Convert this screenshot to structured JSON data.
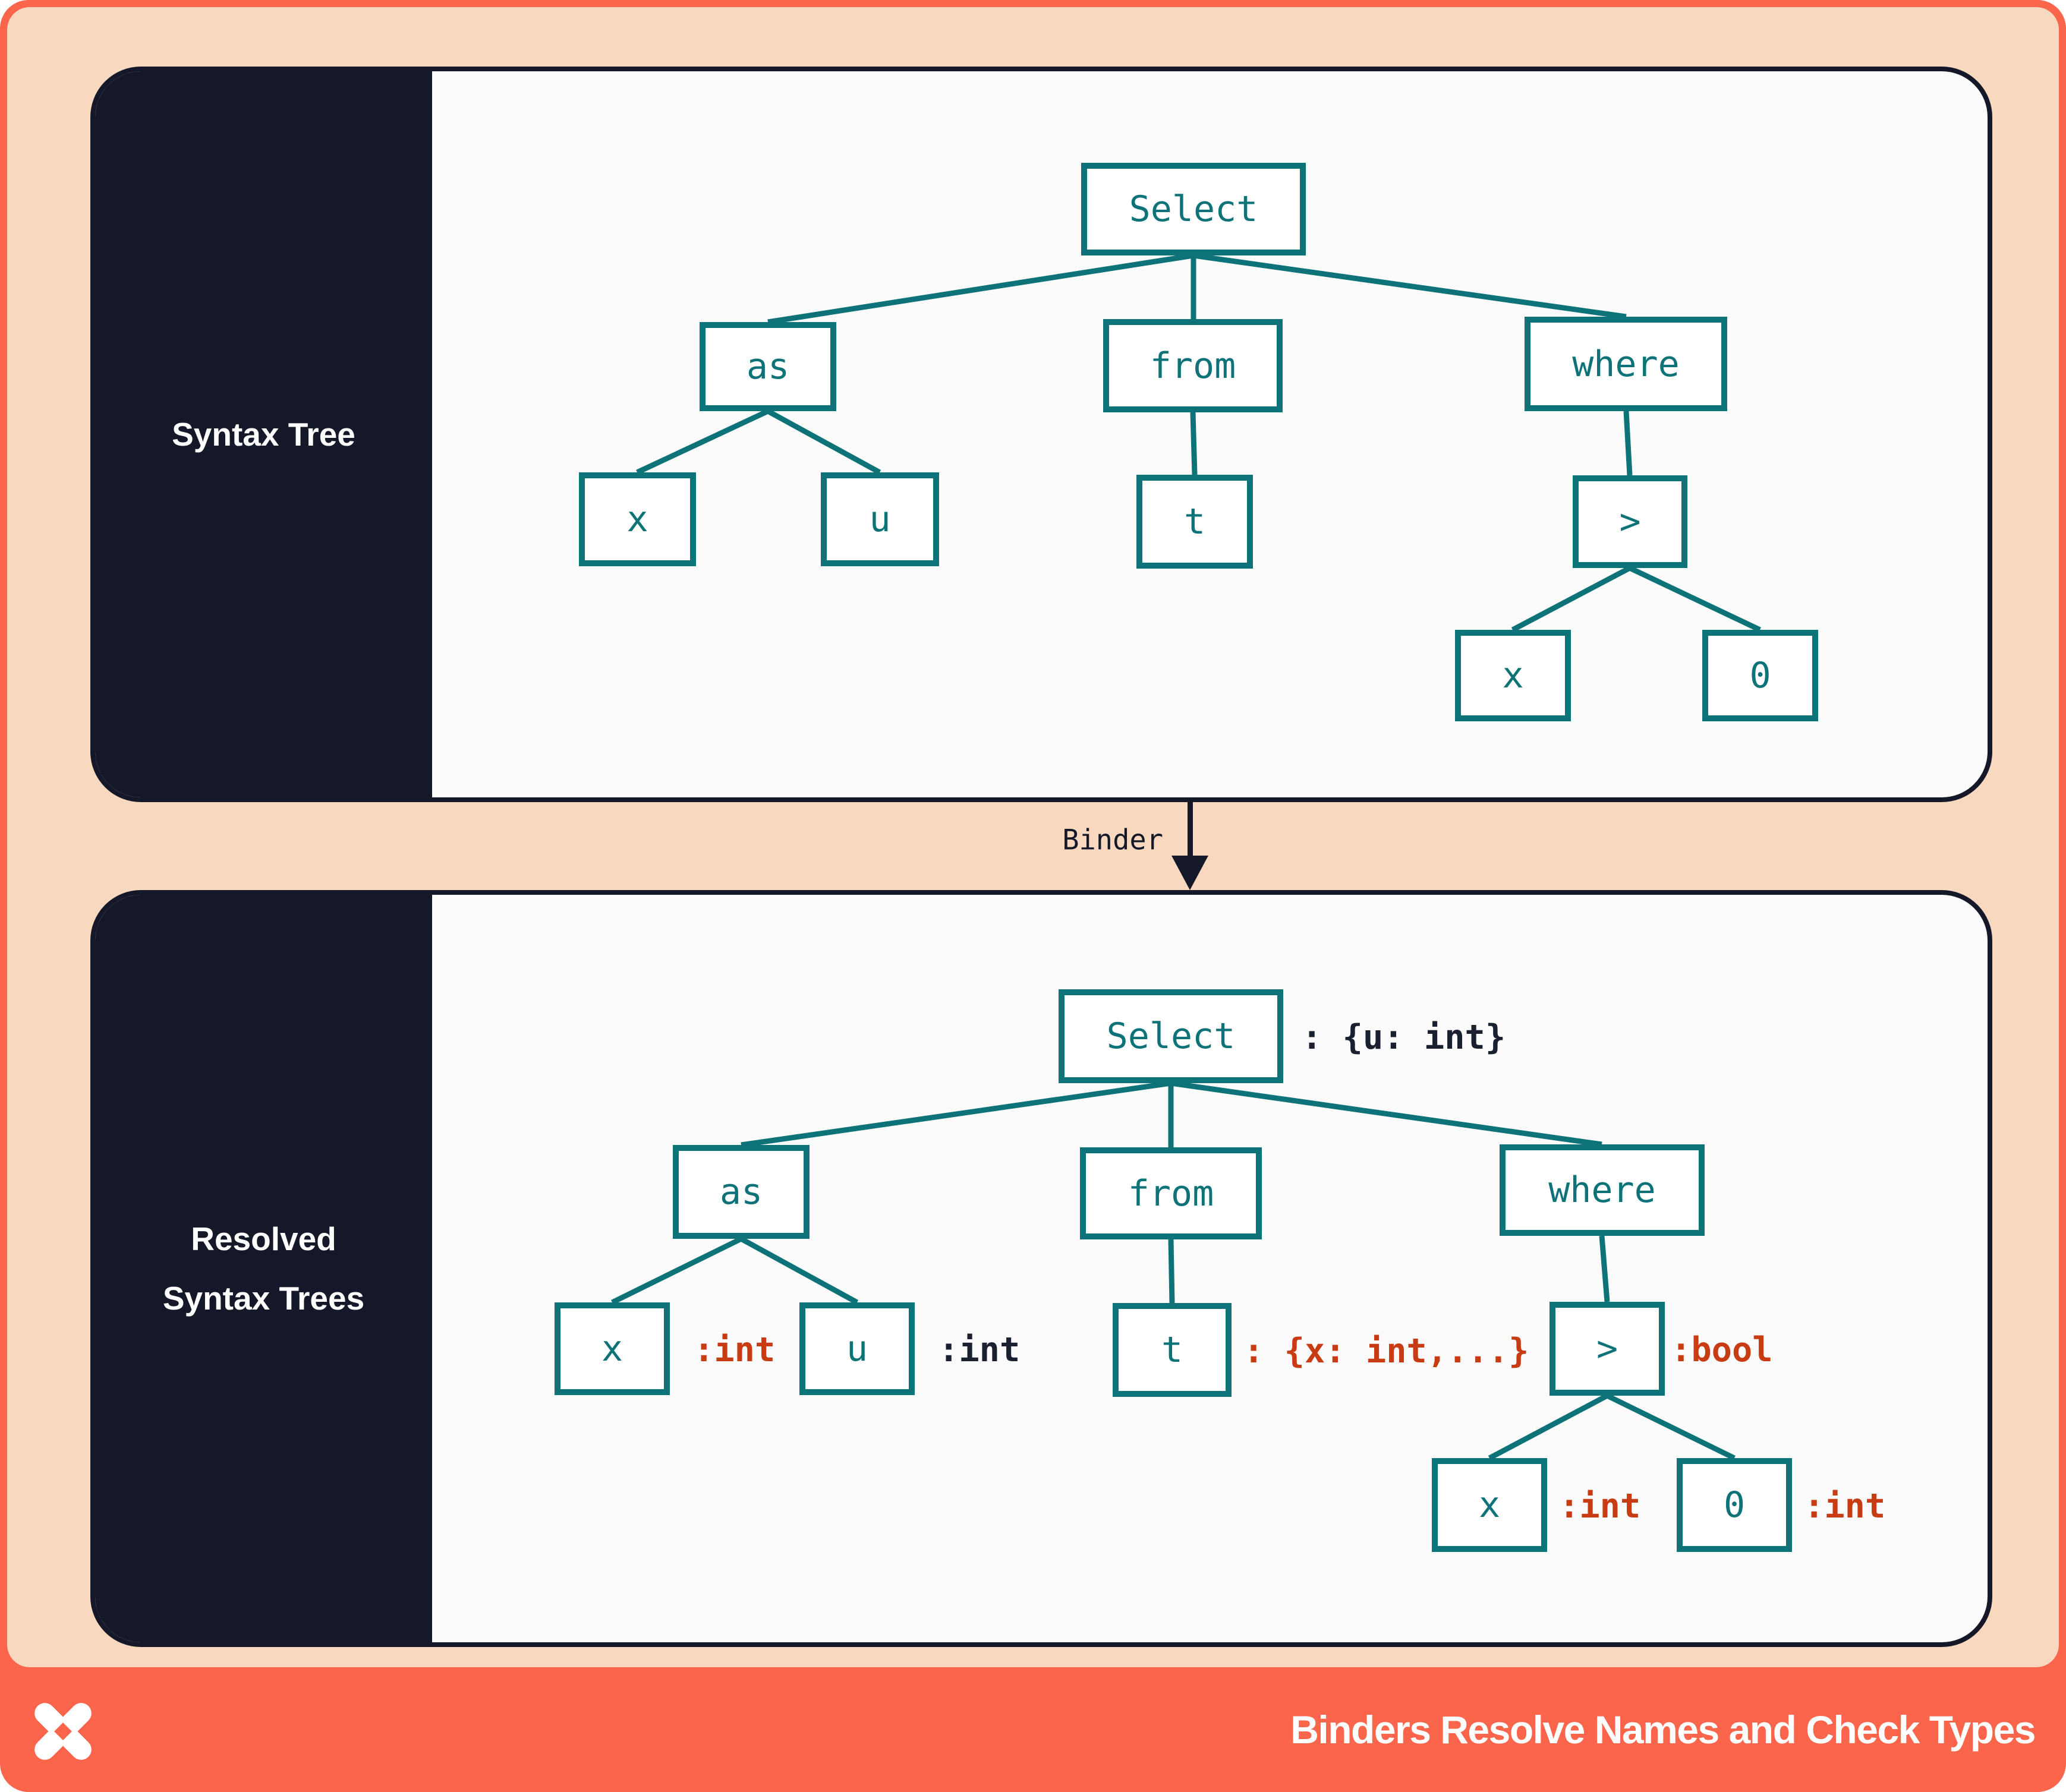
{
  "panels": {
    "syntax": {
      "sidebar_label": "Syntax Tree",
      "nodes": {
        "select": {
          "label": "Select"
        },
        "as": {
          "label": "as"
        },
        "from": {
          "label": "from"
        },
        "where": {
          "label": "where"
        },
        "x_alias": {
          "label": "x"
        },
        "u_alias": {
          "label": "u"
        },
        "t": {
          "label": "t"
        },
        "gt": {
          "label": ">"
        },
        "x_operand": {
          "label": "x"
        },
        "zero": {
          "label": "0"
        }
      }
    },
    "resolved": {
      "sidebar_label_line1": "Resolved",
      "sidebar_label_line2": "Syntax Trees",
      "nodes": {
        "select": {
          "label": "Select",
          "annotation": ": {u: int}",
          "annotation_color": "#1A2030"
        },
        "as": {
          "label": "as"
        },
        "from": {
          "label": "from"
        },
        "where": {
          "label": "where"
        },
        "x_alias": {
          "label": "x",
          "annotation": ":int",
          "annotation_color": "#C83C14"
        },
        "u_alias": {
          "label": "u",
          "annotation": ":int",
          "annotation_color": "#1A2030"
        },
        "t": {
          "label": "t",
          "annotation": ": {x: int,...}",
          "annotation_color": "#C83C14"
        },
        "gt": {
          "label": ">",
          "annotation": ":bool",
          "annotation_color": "#C83C14"
        },
        "x_operand": {
          "label": "x",
          "annotation": ":int",
          "annotation_color": "#C83C14"
        },
        "zero": {
          "label": "0",
          "annotation": ":int",
          "annotation_color": "#C83C14"
        }
      }
    }
  },
  "binder": {
    "label": "Binder"
  },
  "footer": {
    "title": "Binders Resolve Names and Check Types"
  },
  "icons": {
    "logo": "x-pinwheel-logo"
  },
  "colors": {
    "frame_orange": "#FA654B",
    "background_peach": "#F8D8BE",
    "sidebar_navy": "#141828",
    "panel_white": "#FBFBFB",
    "tree_teal": "#0E7378",
    "type_red": "#C83C14",
    "type_navy": "#1A2030",
    "label_white": "#FFFFFF"
  }
}
